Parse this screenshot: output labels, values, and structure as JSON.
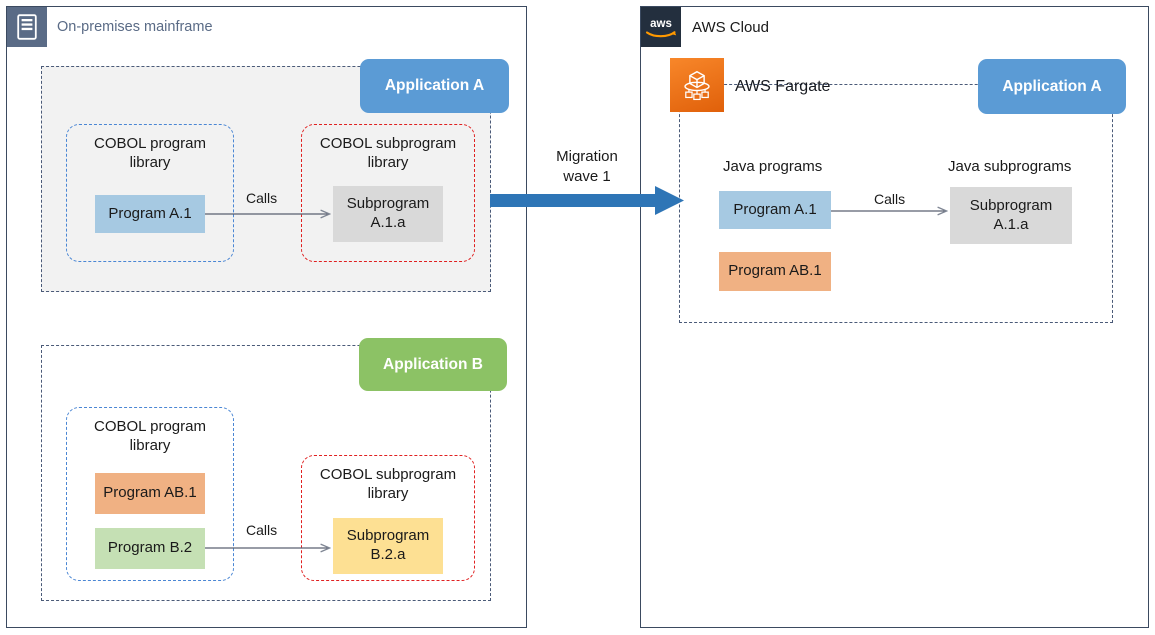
{
  "panels": {
    "onprem": {
      "title": "On-premises mainframe",
      "icon": "mainframe-icon"
    },
    "aws": {
      "title": "AWS Cloud",
      "icon": "aws-logo-icon",
      "service": {
        "label": "AWS Fargate",
        "icon": "aws-fargate-icon"
      }
    }
  },
  "badges": {
    "app_a_left": "Application A",
    "app_b": "Application B",
    "app_a_right": "Application A",
    "color_app_a": "#5B9BD5",
    "color_app_b": "#8CC265"
  },
  "onprem": {
    "app_a": {
      "program_library_label": "COBOL program\nlibrary",
      "subprogram_library_label": "COBOL subprogram\nlibrary",
      "programs": [
        {
          "name": "Program A.1",
          "color": "#A6C9E2"
        }
      ],
      "subprograms": [
        {
          "name": "Subprogram\nA.1.a",
          "color": "#D9D9D9"
        }
      ],
      "call_label": "Calls"
    },
    "app_b": {
      "program_library_label": "COBOL program\nlibrary",
      "subprogram_library_label": "COBOL subprogram\nlibrary",
      "programs": [
        {
          "name": "Program AB.1",
          "color": "#F0B183"
        },
        {
          "name": "Program B.2",
          "color": "#C5E0B4"
        }
      ],
      "subprograms": [
        {
          "name": "Subprogram\nB.2.a",
          "color": "#FDE093"
        }
      ],
      "call_label": "Calls"
    }
  },
  "migration": {
    "label": "Migration\nwave 1",
    "arrow_color": "#2E75B6"
  },
  "aws_fargate": {
    "programs_label": "Java programs",
    "subprograms_label": "Java subprograms",
    "programs": [
      {
        "name": "Program A.1",
        "color": "#A6C9E2"
      },
      {
        "name": "Program AB.1",
        "color": "#F0B183"
      }
    ],
    "subprograms": [
      {
        "name": "Subprogram\nA.1.a",
        "color": "#D9D9D9"
      }
    ],
    "call_label": "Calls"
  }
}
